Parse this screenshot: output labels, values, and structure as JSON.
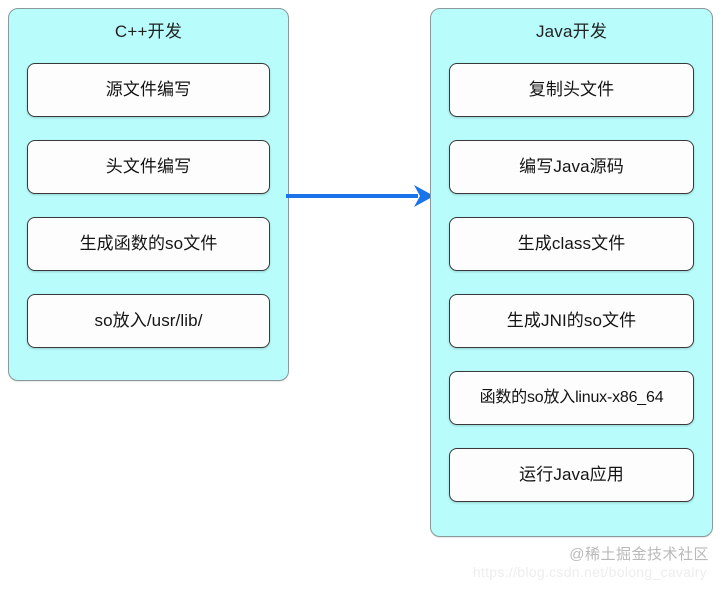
{
  "diagram": {
    "type": "flow-diagram",
    "background_color": "#ffffff",
    "group_fill_color": "#b8fcfc",
    "group_border_color": "#8a9a9a",
    "box_fill_color": "#fdfdfd",
    "box_border_color": "#3a3a3a",
    "arrow_color": "#1a73e8"
  },
  "groups": [
    {
      "id": "cpp",
      "title": "C++开发",
      "steps": [
        {
          "label": "源文件编写"
        },
        {
          "label": "头文件编写"
        },
        {
          "label": "生成函数的so文件"
        },
        {
          "label": "so放入/usr/lib/"
        }
      ]
    },
    {
      "id": "java",
      "title": "Java开发",
      "steps": [
        {
          "label": "复制头文件"
        },
        {
          "label": "编写Java源码"
        },
        {
          "label": "生成class文件"
        },
        {
          "label": "生成JNI的so文件"
        },
        {
          "label": "函数的so放入linux-x86_64"
        },
        {
          "label": "运行Java应用"
        }
      ]
    }
  ],
  "connector": {
    "id": "cpp-to-java",
    "from": "cpp",
    "to": "java",
    "direction": "right",
    "color": "#1a73e8"
  },
  "watermark": {
    "brand": "@稀土掘金技术社区",
    "url": "https://blog.csdn.net/bolong_cavalry"
  }
}
